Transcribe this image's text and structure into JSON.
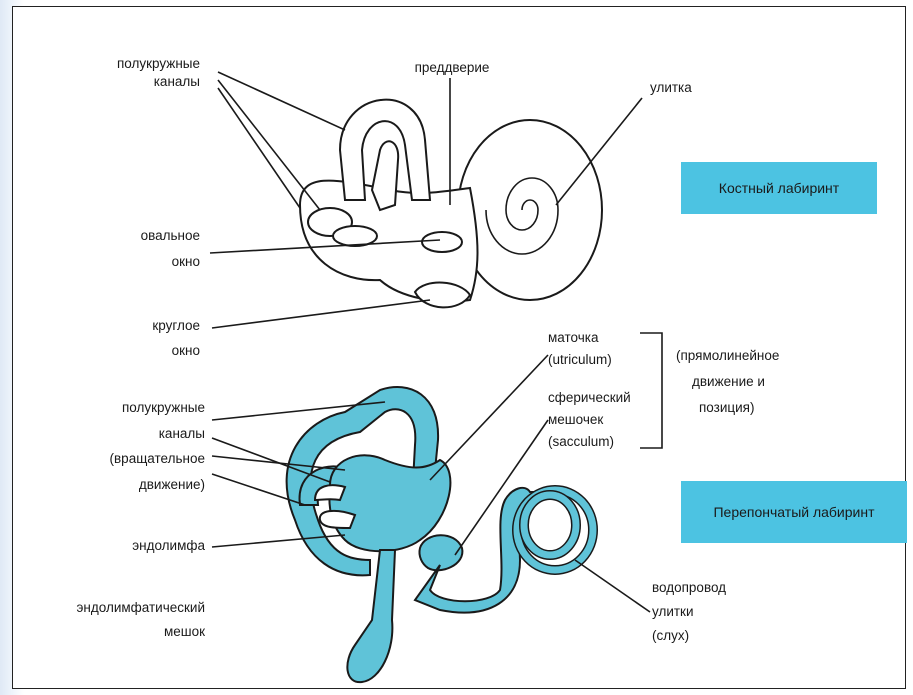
{
  "colors": {
    "membrane_fill": "#5fc3d8",
    "box_fill": "#4cc3e2",
    "ink": "#1a1a1a"
  },
  "bony_labyrinth": {
    "title": "Костный лабиринт",
    "labels": {
      "semicircular_canals": [
        "полукружные",
        "каналы"
      ],
      "vestibule": "преддверие",
      "cochlea": "улитка",
      "oval_window": [
        "овальное",
        "окно"
      ],
      "round_window": [
        "круглое",
        "окно"
      ]
    }
  },
  "membranous_labyrinth": {
    "title": "Перепончатый лабиринт",
    "labels": {
      "semicircular_canals": [
        "полукружные",
        "каналы",
        "(вращательное",
        "движение)"
      ],
      "endolymph": "эндолимфа",
      "endolymphatic_sac": [
        "эндолимфатический",
        "мешок"
      ],
      "utricle": [
        "маточка",
        "(utriculum)"
      ],
      "saccule": [
        "сферический",
        "мешочек",
        "(sacculum)"
      ],
      "bracket_note": [
        "(прямолинейное",
        "движение и",
        "позиция)"
      ],
      "cochlear_duct": [
        "водопровод",
        "улитки",
        "(слух)"
      ]
    }
  }
}
